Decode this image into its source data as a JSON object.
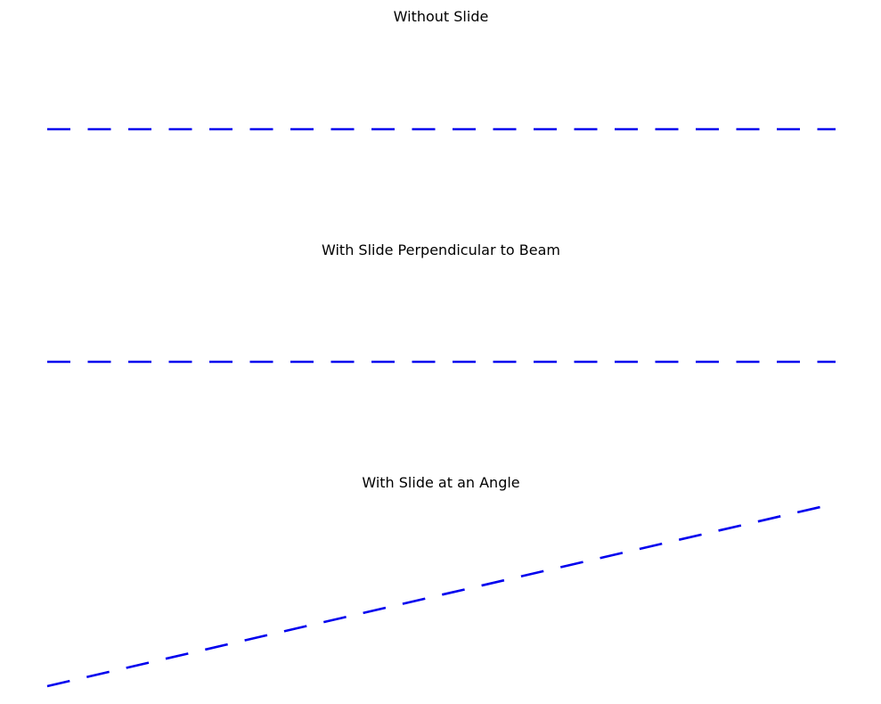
{
  "chart_data": [
    {
      "type": "line",
      "title": "Without Slide",
      "x": [
        0,
        1
      ],
      "series": [
        {
          "values": [
            0,
            0
          ],
          "color": "#0000ee",
          "linestyle": "dashed"
        }
      ],
      "xlim": [
        0,
        1
      ],
      "ylim": [
        -1,
        1
      ],
      "axes_visible": false,
      "grid": false
    },
    {
      "type": "line",
      "title": "With Slide Perpendicular to Beam",
      "x": [
        0,
        1
      ],
      "series": [
        {
          "values": [
            0,
            0
          ],
          "color": "#0000ee",
          "linestyle": "dashed"
        }
      ],
      "xlim": [
        0,
        1
      ],
      "ylim": [
        -1,
        1
      ],
      "axes_visible": false,
      "grid": false
    },
    {
      "type": "line",
      "title": "With Slide at an Angle",
      "x": [
        0,
        1
      ],
      "series": [
        {
          "values": [
            0,
            1
          ],
          "color": "#0000ee",
          "linestyle": "dashed"
        }
      ],
      "xlim": [
        0,
        1
      ],
      "ylim": [
        0,
        1
      ],
      "axes_visible": false,
      "grid": false
    }
  ]
}
